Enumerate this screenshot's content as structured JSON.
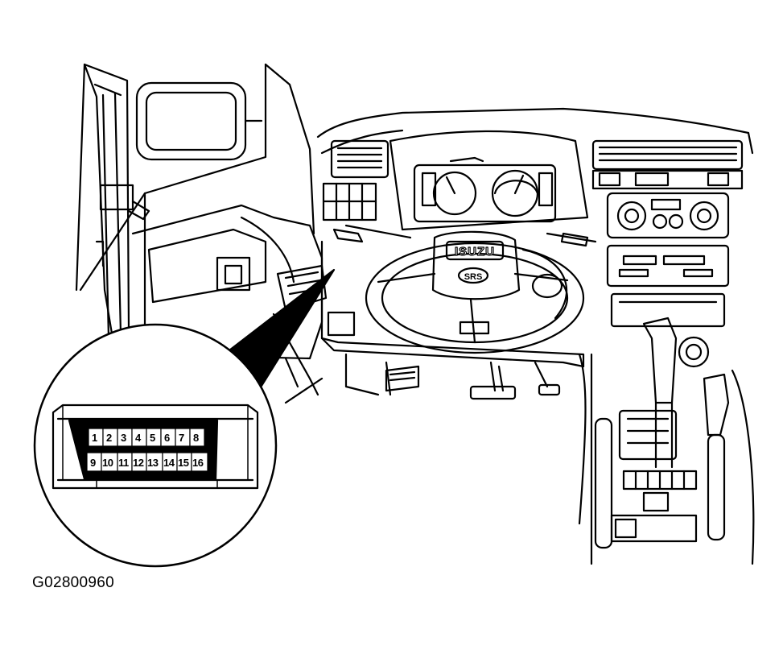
{
  "figure_id": "G02800960",
  "brand_text": "ISUZU",
  "airbag_text": "SRS",
  "connector": {
    "top_row": [
      "1",
      "2",
      "3",
      "4",
      "5",
      "6",
      "7",
      "8"
    ],
    "bottom_row": [
      "9",
      "10",
      "11",
      "12",
      "13",
      "14",
      "15",
      "16"
    ]
  }
}
